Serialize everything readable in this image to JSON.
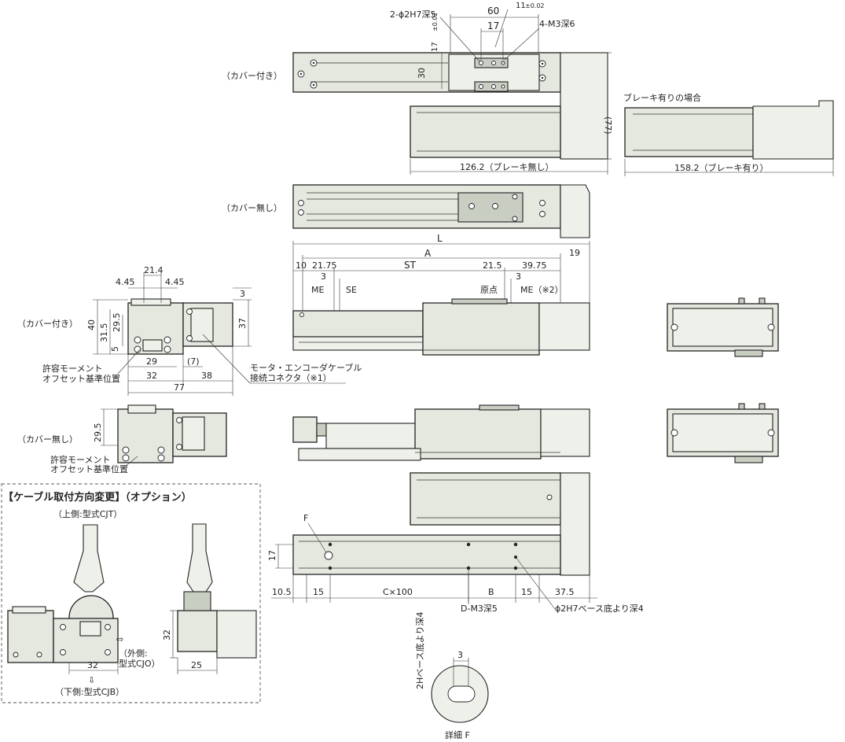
{
  "labels": {
    "with_cover": "（カバー付き）",
    "without_cover": "（カバー無し）",
    "brake_case": "ブレーキ有りの場合",
    "moment_ref": "許容モーメント",
    "moment_ref2": "オフセット基準位置",
    "motor_cable": "モータ・エンコーダケーブル",
    "connector": "接続コネクタ（※1）",
    "cable_option_title": "【ケーブル取付方向変更】（オプション）",
    "cable_top": "（上側:型式CJT）",
    "cable_outer": "（外側:",
    "cable_outer2": "型式CJO）",
    "cable_bottom": "（下側:型式CJB）",
    "detail_f": "詳細 F",
    "f_mark": "F",
    "me": "ME",
    "se": "SE",
    "origin": "原点",
    "me_note": "ME（※2）",
    "dm3": "D-M3深5",
    "pin_hole": "ϕ2H7ベース底より深4",
    "pin_top": "2-ϕ2H7深5",
    "m3_top": "4-M3深6",
    "detail_side": "2Hベース底より深4",
    "d_126": "126.2（ブレーキ無し）",
    "d_158": "158.2（ブレーキ有り）"
  },
  "dims": {
    "d60": "60",
    "d11": "11",
    "d11tol": "±0.02",
    "d17": "17",
    "d17v": "17",
    "d17vtol": "±0.02",
    "d30": "30",
    "d77": "(77)",
    "L": "L",
    "A": "A",
    "d10": "10",
    "d21_75": "21.75",
    "ST": "ST",
    "d21_5": "21.5",
    "d39_75": "39.75",
    "d19": "19",
    "d3a": "3",
    "d3b": "3",
    "d21_4": "21.4",
    "d4_45a": "4.45",
    "d4_45b": "4.45",
    "d3c": "3",
    "d40": "40",
    "d31_5": "31.5",
    "d29_5": "29.5",
    "d5": "5",
    "d37": "37",
    "d29": "29",
    "d7": "(7)",
    "d32": "32",
    "d38": "38",
    "d77b": "77",
    "d29_5b": "29.5",
    "d17b": "17",
    "d10_5": "10.5",
    "d15a": "15",
    "C100": "C×100",
    "B": "B",
    "d15b": "15",
    "d37_5": "37.5",
    "d32c": "32",
    "d32d": "32",
    "d25": "25",
    "d3f": "3"
  }
}
